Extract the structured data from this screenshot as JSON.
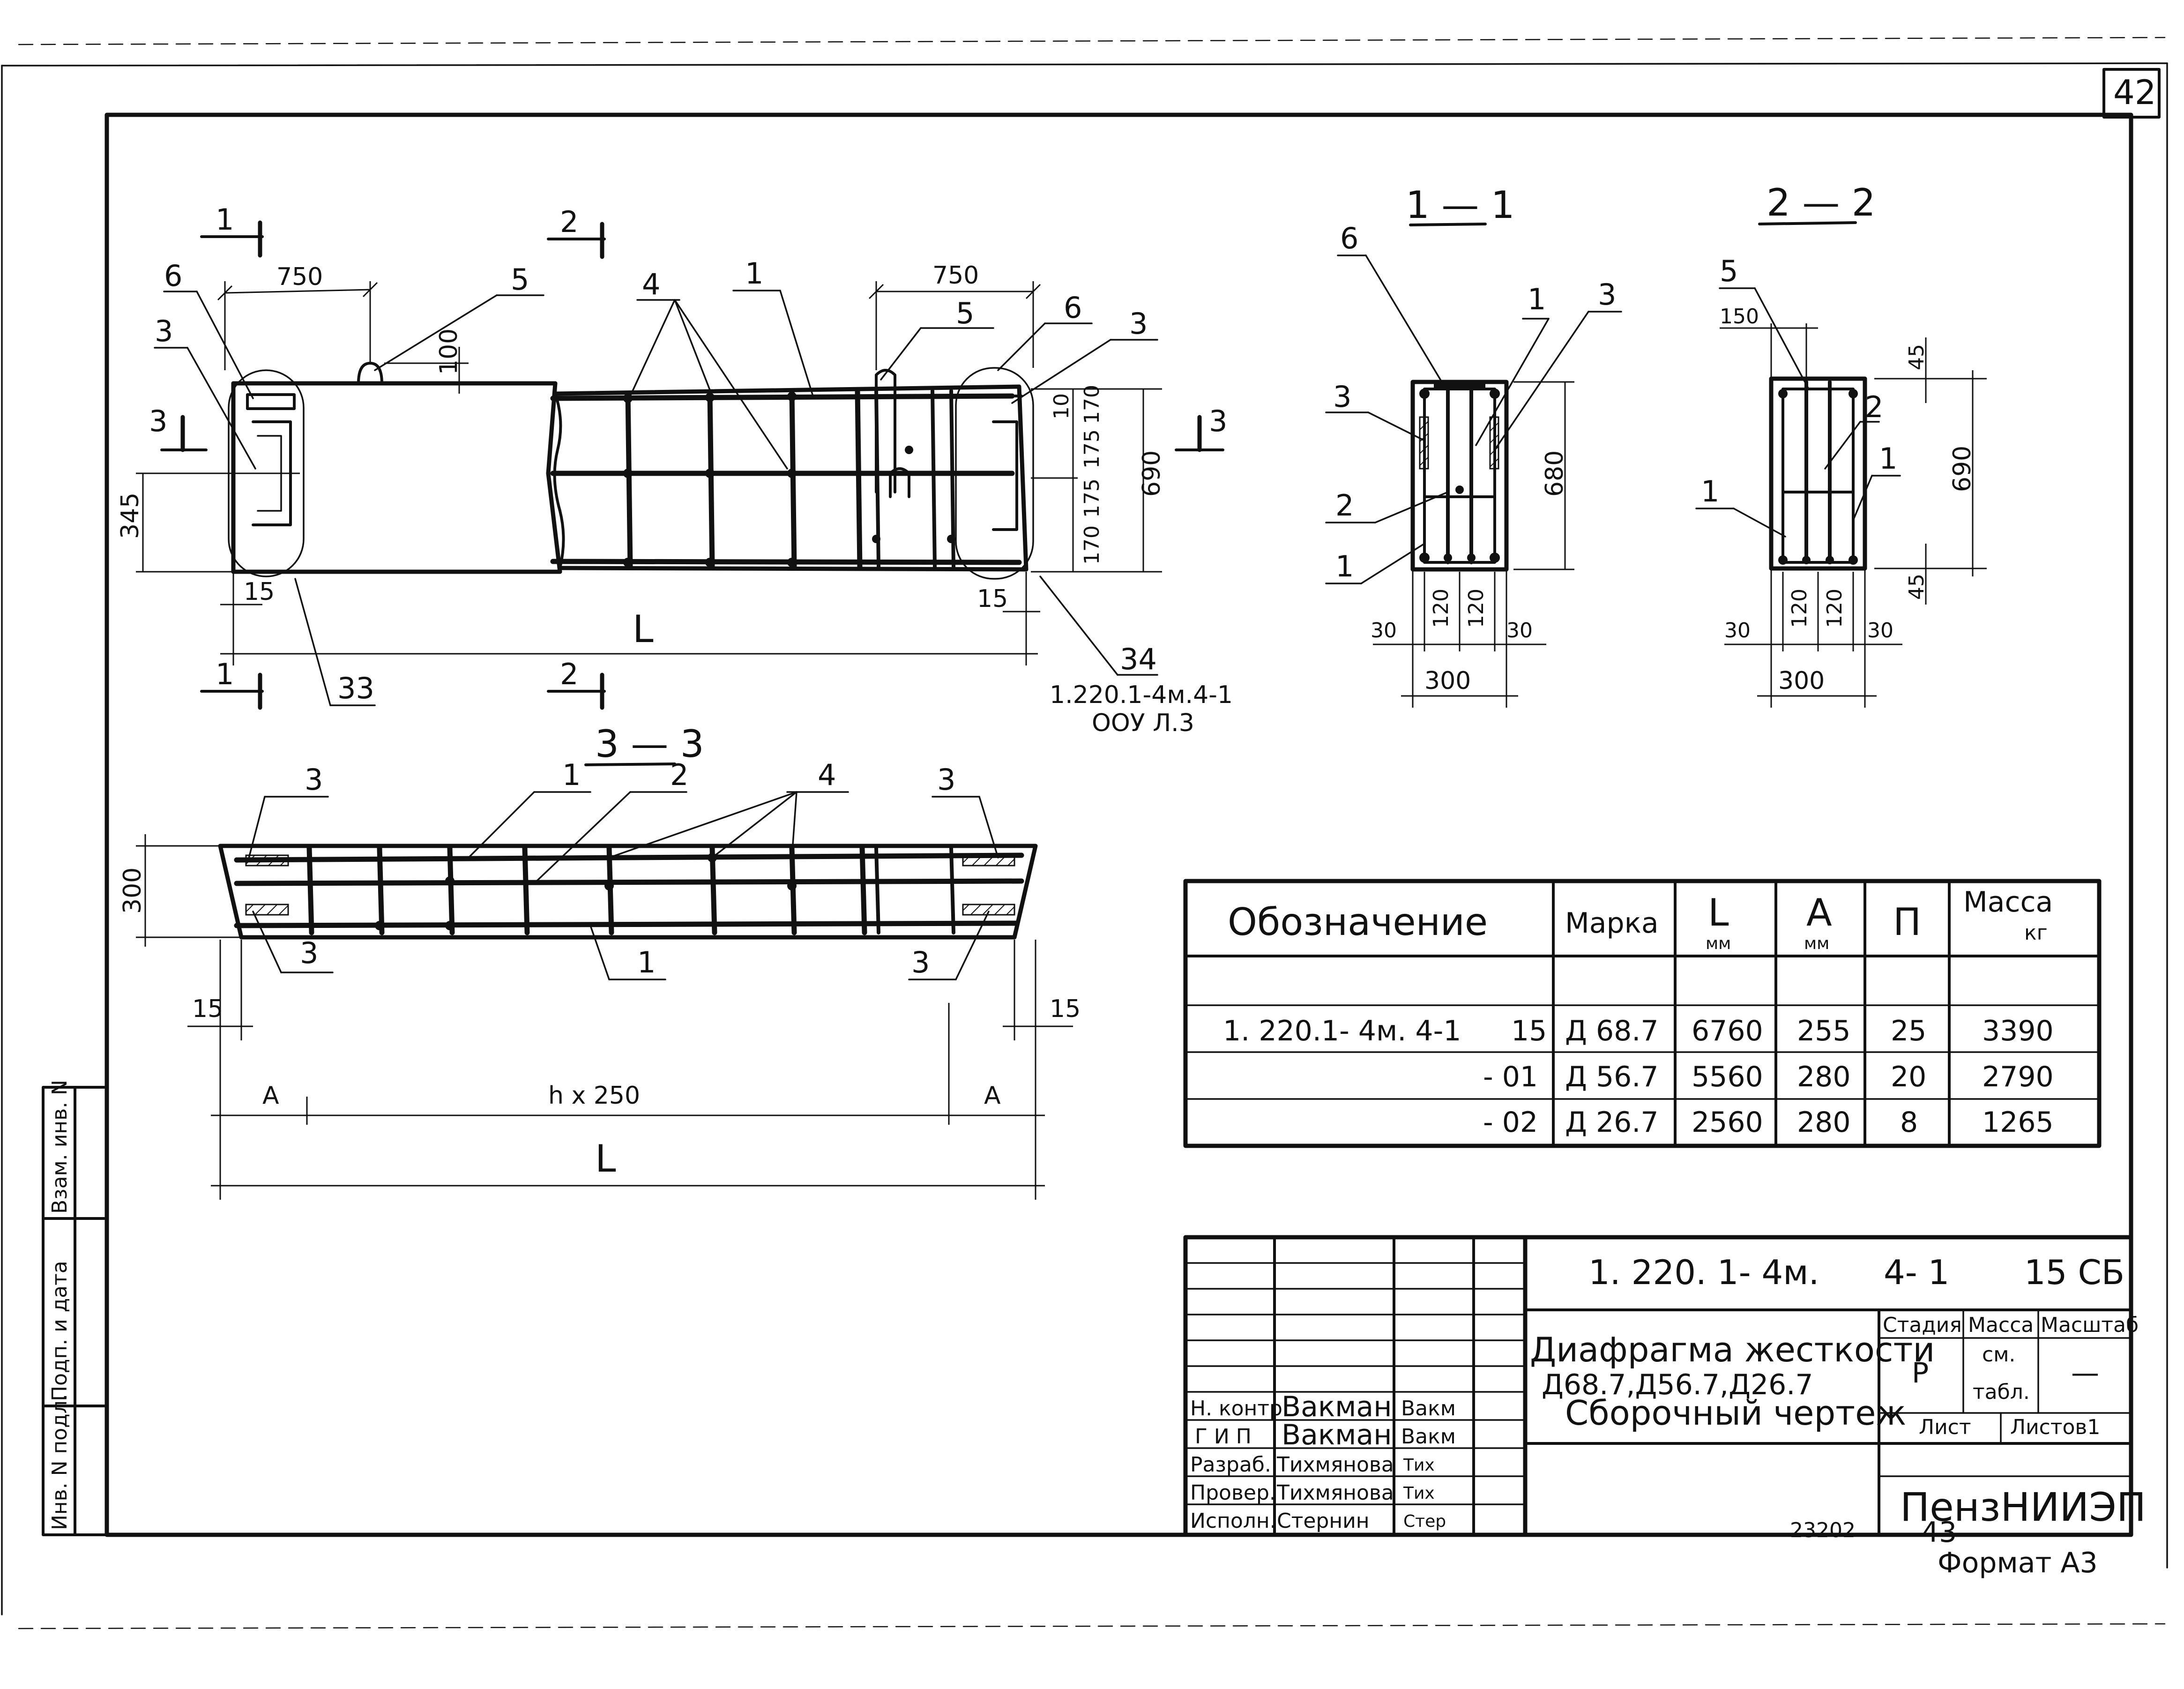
{
  "sheet_number": "42",
  "sections": {
    "s11": "1 — 1",
    "s22": "2 — 2",
    "s33": "3 — 3"
  },
  "section_marks": {
    "one": "1",
    "two": "2",
    "three": "3"
  },
  "elevation": {
    "dims": {
      "d750_left": "750",
      "d750_right": "750",
      "d100": "100",
      "d345": "345",
      "d10": "10",
      "d170a": "170",
      "d175a": "175",
      "d175b": "175",
      "d170b": "170",
      "d690": "690",
      "d15_left": "15",
      "d15_right": "15",
      "L": "L"
    },
    "callouts": {
      "c6_left": "6",
      "c3_left": "3",
      "c5_left": "5",
      "c4": "4",
      "c1": "1",
      "c5_right": "5",
      "c6_right": "6",
      "c3_right": "3",
      "c33": "33",
      "c34": "34"
    },
    "reference_line1": "1.220.1-4м.4-1",
    "reference_line2": "ООУ Л.3"
  },
  "section11": {
    "callouts": {
      "c6": "6",
      "c1": "1",
      "c3_right": "3",
      "c3_left": "3",
      "c2": "2",
      "c1_bottom": "1"
    },
    "dims": {
      "h680": "680",
      "d30a": "30",
      "d120a": "120",
      "d120b": "120",
      "d30b": "30",
      "w300": "300"
    }
  },
  "section22": {
    "callouts": {
      "c5": "5",
      "c2": "2",
      "c1_left": "1",
      "c1_right": "1"
    },
    "dims": {
      "d150": "150",
      "d45_top": "45",
      "h690": "690",
      "d45_bottom": "45",
      "d30a": "30",
      "d120a": "120",
      "d120b": "120",
      "d30b": "30",
      "w300": "300"
    }
  },
  "plan33": {
    "callouts": {
      "c3_tl": "3",
      "c1_top": "1",
      "c2": "2",
      "c4": "4",
      "c3_tr": "3",
      "c3_bl": "3",
      "c1_bottom": "1",
      "c3_br": "3"
    },
    "dims": {
      "d300": "300",
      "d15_left": "15",
      "d15_right": "15",
      "A_left": "A",
      "pitch": "h x 250",
      "A_right": "A",
      "L": "L"
    }
  },
  "spec_table": {
    "headers": {
      "designation": "Обозначение",
      "mark": "Марка",
      "L": "L",
      "L_unit": "мм",
      "A": "А",
      "A_unit": "мм",
      "n": "П",
      "mass": "Масса",
      "mass_unit": "кг"
    },
    "rows": [
      {
        "designation": "1. 220.1- 4м. 4-1",
        "suffix": "15",
        "mark": "Д 68.7",
        "L": "6760",
        "A": "255",
        "n": "25",
        "mass": "3390"
      },
      {
        "designation": "",
        "suffix": "- 01",
        "mark": "Д 56.7",
        "L": "5560",
        "A": "280",
        "n": "20",
        "mass": "2790"
      },
      {
        "designation": "",
        "suffix": "- 02",
        "mark": "Д 26.7",
        "L": "2560",
        "A": "280",
        "n": "8",
        "mass": "1265"
      }
    ]
  },
  "title_block": {
    "code_parts": {
      "series": "1. 220. 1- 4м.",
      "issue": "4- 1",
      "sheet_code": "15 СБ"
    },
    "title_line1": "Диафрагма жесткости",
    "title_line2": "Д68.7,Д56.7,Д26.7",
    "title_line3": "Сборочный чертеж",
    "stage_label": "Стадия",
    "mass_label": "Масса",
    "scale_label": "Масштаб",
    "stage_value": "Р",
    "mass_value1": "см.",
    "mass_value2": "табл.",
    "scale_value": "—",
    "sheet_label": "Лист",
    "sheets_label": "Листов1",
    "organization": "ПензНИИЭП",
    "roles": [
      {
        "role": "Н. контр.",
        "name": "Вакман",
        "sign": "Вакм"
      },
      {
        "role": "Г И П",
        "name": "Вакман",
        "sign": "Вакм"
      },
      {
        "role": "Разраб.",
        "name": "Тихмянова",
        "sign": "Тих"
      },
      {
        "role": "Провер.",
        "name": "Тихмянова",
        "sign": "Тих"
      },
      {
        "role": "Исполн.",
        "name": "Стернин",
        "sign": "Стер"
      }
    ]
  },
  "side_stamp": {
    "inv_orig": "Инв. N подл.",
    "sign_date": "Подп. и дата",
    "inv_repl": "Взам. инв. N"
  },
  "footer": {
    "archive": "23202",
    "page": "43",
    "format": "Формат А3"
  }
}
